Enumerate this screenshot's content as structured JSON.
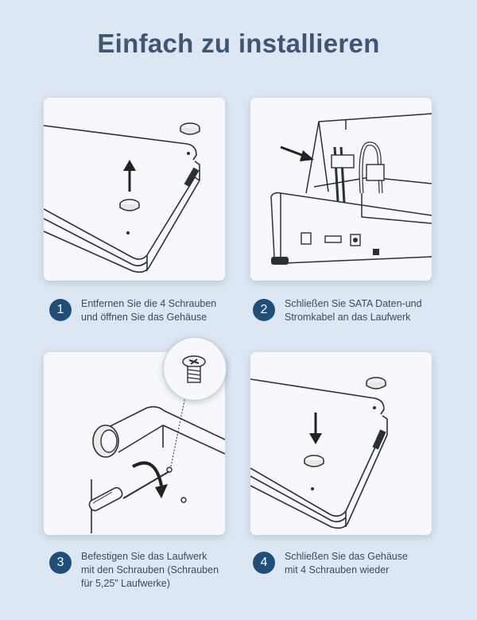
{
  "title": "Einfach zu installieren",
  "steps": [
    {
      "number": "1",
      "lines": [
        "Entfernen Sie die 4 Schrauben",
        "und öffnen Sie das Gehäuse"
      ]
    },
    {
      "number": "2",
      "lines": [
        "Schließen Sie SATA Daten-und",
        "Stromkabel an das Laufwerk"
      ]
    },
    {
      "number": "3",
      "lines": [
        "Befestigen Sie das Laufwerk",
        "mit den Schrauben (Schrauben",
        "für 5,25” Laufwerke)"
      ]
    },
    {
      "number": "4",
      "lines": [
        "Schließen Sie das Gehäuse",
        "mit 4 Schrauben wieder"
      ]
    }
  ],
  "colors": {
    "background": "#dde6f3",
    "title": "#3f5573",
    "badge": "#1f4e79",
    "text": "#3c4a5c"
  }
}
